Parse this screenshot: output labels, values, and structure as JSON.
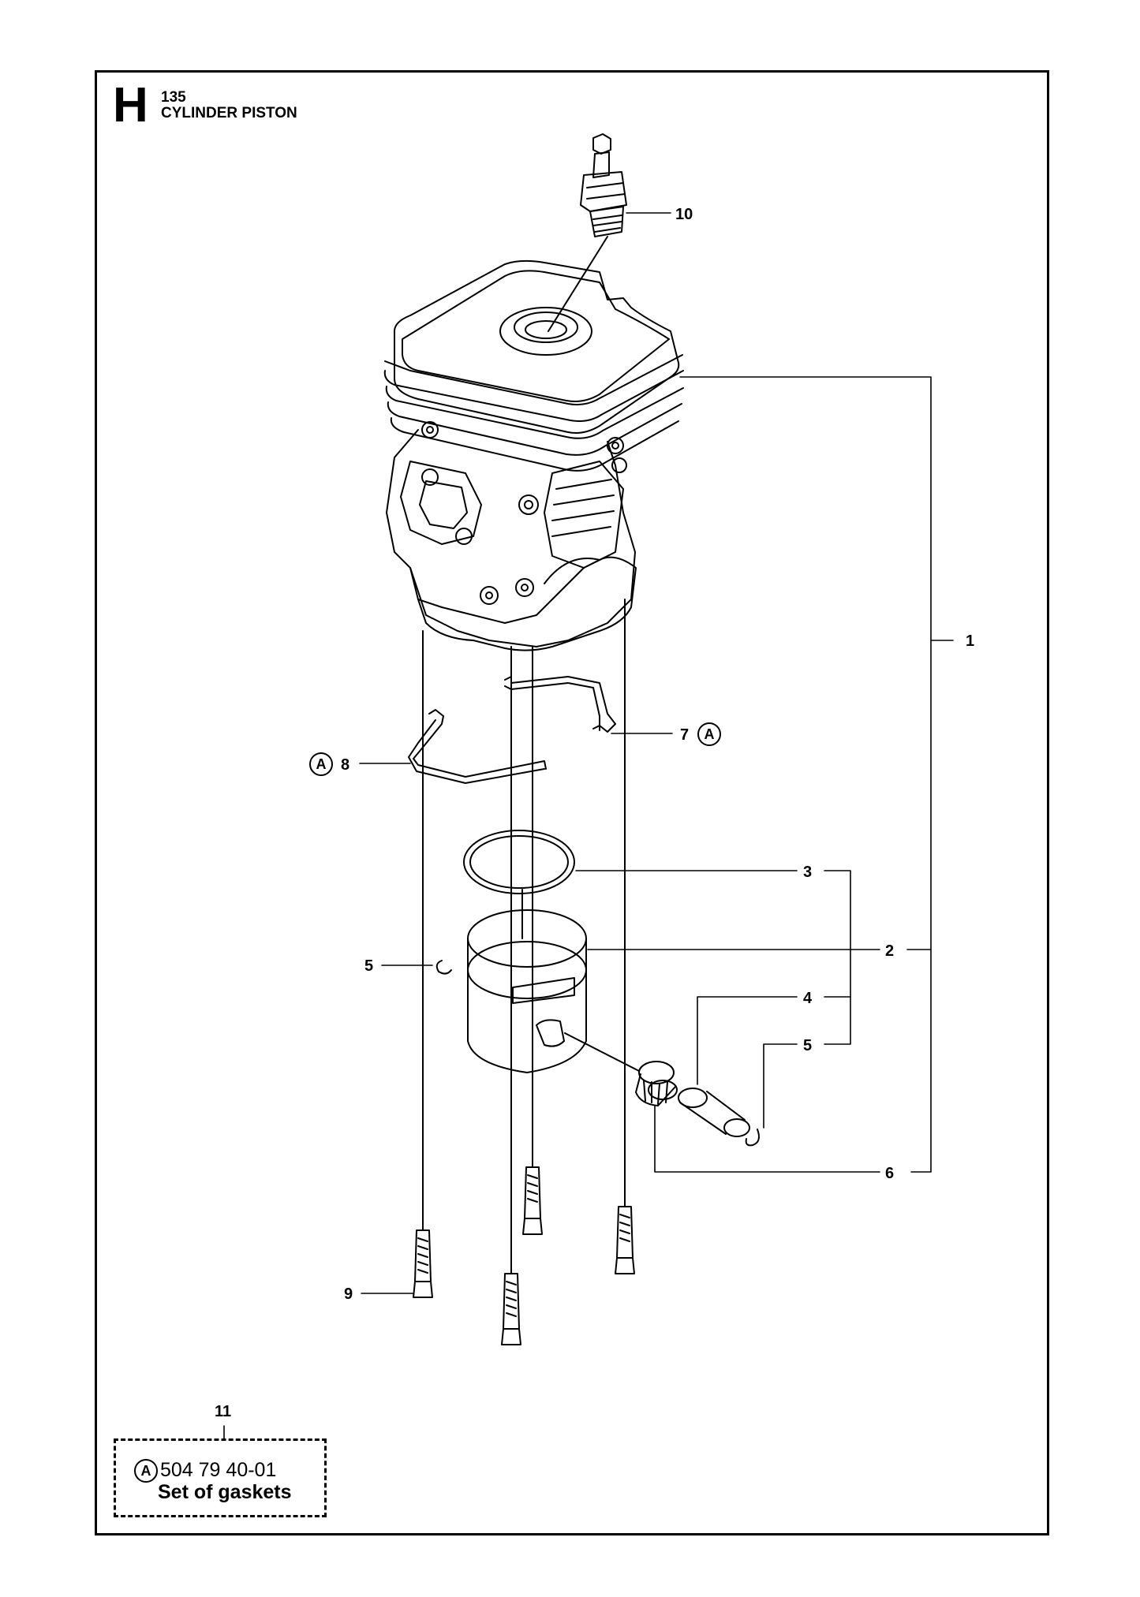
{
  "header": {
    "section_letter": "H",
    "page_number": "135",
    "title": "CYLINDER PISTON"
  },
  "callouts": {
    "c1": "1",
    "c2": "2",
    "c3": "3",
    "c4": "4",
    "c5a": "5",
    "c5b": "5",
    "c6": "6",
    "c7": "7",
    "c8": "8",
    "c9": "9",
    "c10": "10",
    "c11": "11"
  },
  "markers": {
    "a7": "A",
    "a8": "A",
    "a_kit": "A"
  },
  "kit": {
    "part_number": "504 79 40-01",
    "description": "Set of gaskets"
  }
}
